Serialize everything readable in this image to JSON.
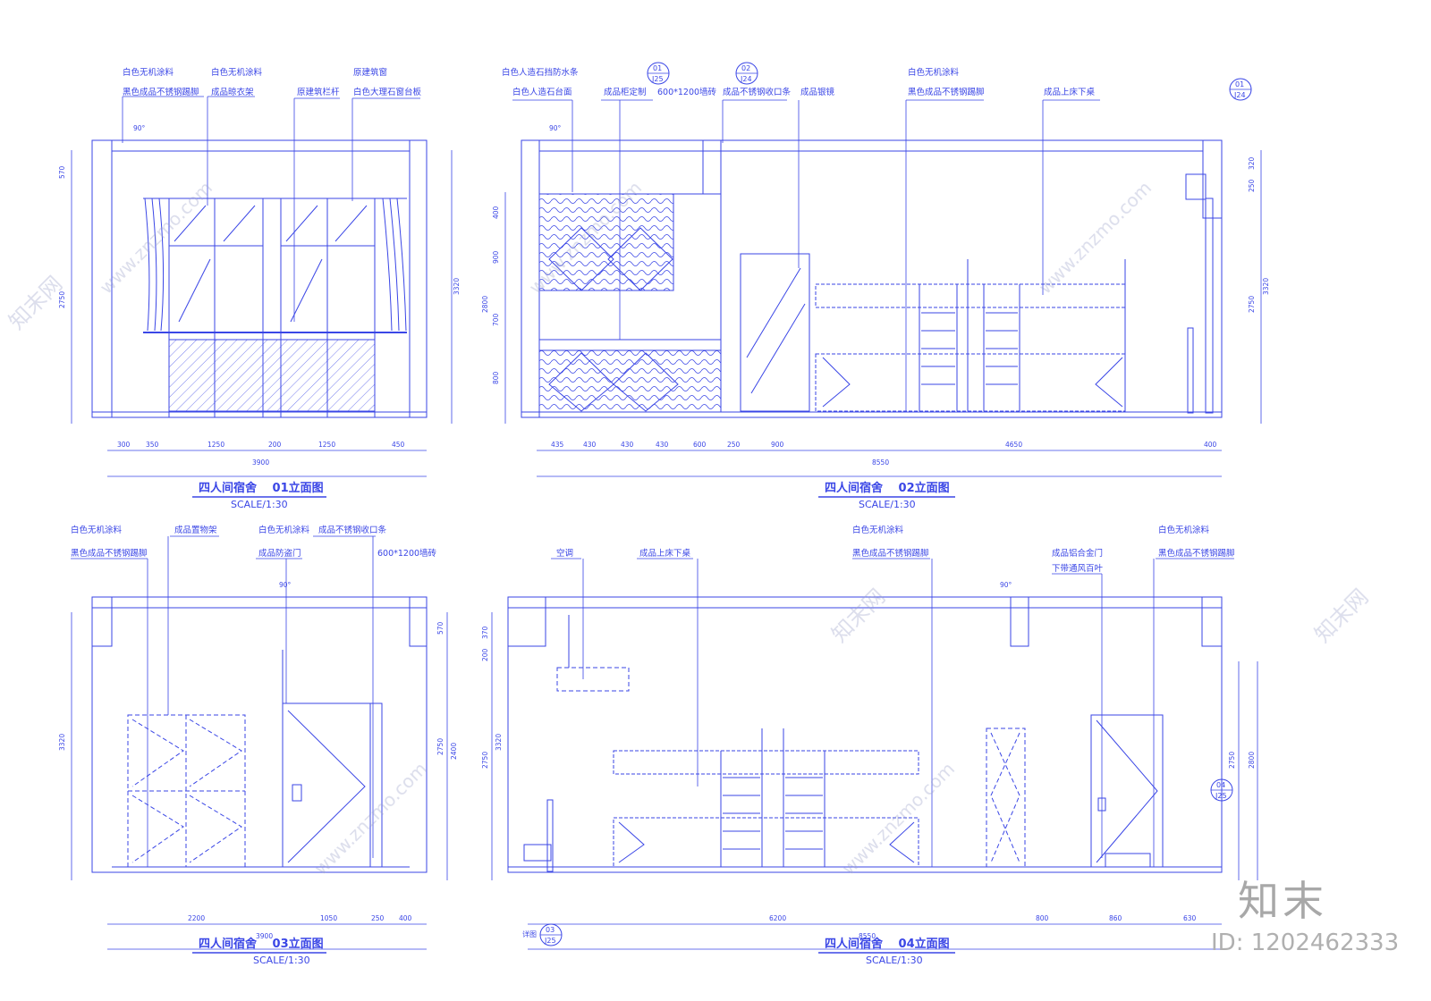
{
  "views": [
    {
      "title": "四人间宿舍　 01立面图",
      "scale": "SCALE/1:30",
      "callouts": [
        "白色无机涂料",
        "黑色成品不锈钢踢脚",
        "白色无机涂料",
        "成品晾衣架",
        "原建筑栏杆",
        "原建筑窗",
        "白色大理石窗台板"
      ],
      "angle": "90°",
      "dims_bottom": [
        "300",
        "350",
        "1250",
        "200",
        "1250",
        "450"
      ],
      "dim_total": "3900",
      "dims_side": [
        "570",
        "2750",
        "3320"
      ]
    },
    {
      "title": "四人间宿舍　 02立面图",
      "scale": "SCALE/1:30",
      "callouts": [
        "白色人造石挡防水条",
        "白色人造石台面",
        "成品柜定制",
        "600*1200墙砖",
        "成品不锈钢收口条",
        "成品银镜",
        "白色无机涂料",
        "黑色成品不锈钢踢脚",
        "成品上床下桌"
      ],
      "refs": [
        {
          "num": "01",
          "sheet": "J25"
        },
        {
          "num": "02",
          "sheet": "J24"
        },
        {
          "num": "01",
          "sheet": "J24"
        }
      ],
      "angle": "90°",
      "dims_bottom": [
        "435",
        "430",
        "430",
        "430",
        "600",
        "250",
        "900",
        "4650",
        "400"
      ],
      "dim_total": "8550",
      "dims_side_left": [
        "400",
        "900",
        "700",
        "800",
        "2800"
      ],
      "dims_side_right": [
        "320",
        "250",
        "2750",
        "3320"
      ]
    },
    {
      "title": "四人间宿舍　 03立面图",
      "scale": "SCALE/1:30",
      "callouts": [
        "白色无机涂料",
        "黑色成品不锈钢踢脚",
        "成品置物架",
        "白色无机涂料",
        "成品不锈钢收口条",
        "成品防盗门",
        "600*1200墙砖"
      ],
      "angle": "90°",
      "dims_bottom": [
        "2200",
        "1050",
        "250",
        "400"
      ],
      "dim_total": "3900",
      "dims_side": [
        "3320",
        "570",
        "2750",
        "2400"
      ]
    },
    {
      "title": "四人间宿舍　 04立面图",
      "scale": "SCALE/1:30",
      "callouts": [
        "空调",
        "成品上床下桌",
        "白色无机涂料",
        "黑色成品不锈钢踢脚",
        "成品铝合金门",
        "下带通风百叶",
        "白色无机涂料",
        "黑色成品不锈钢踢脚"
      ],
      "refs": [
        {
          "num": "04",
          "sheet": "J25"
        },
        {
          "num": "03",
          "sheet": "J25"
        }
      ],
      "detail": "详图",
      "angle": "90°",
      "dims_bottom": [
        "6200",
        "800",
        "860",
        "630"
      ],
      "dim_total": "8550",
      "dims_side_left": [
        "370",
        "200",
        "2750",
        "3320"
      ],
      "dims_side_right": [
        "2750",
        "2800"
      ]
    }
  ],
  "watermark": {
    "logo": "知末",
    "id": "ID: 1202462333",
    "site": "www.znzmo.com",
    "brand": "知末网"
  },
  "colors": {
    "line": "#3a46e6",
    "background": "#ffffff",
    "watermark": "#a8a8a8"
  }
}
